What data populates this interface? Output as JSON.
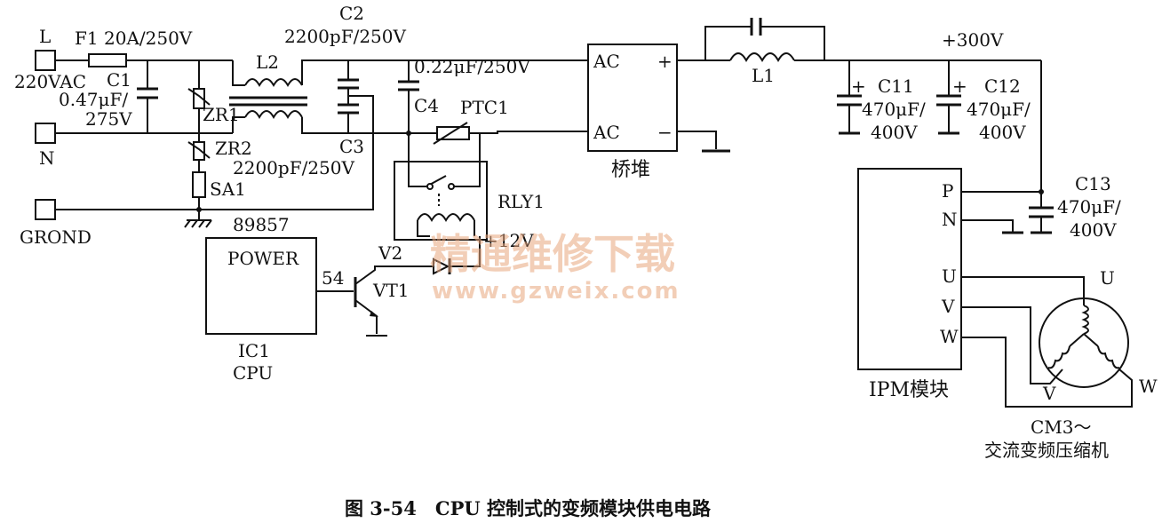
{
  "labels": {
    "L": "L",
    "N": "N",
    "grond": "GROND",
    "vac": "220VAC",
    "f1": "F1",
    "f1_rating": "20A/250V",
    "c1": "C1",
    "c1_val1": "0.47μF/",
    "c1_val2": "275V",
    "zr1": "ZR1",
    "zr2": "ZR2",
    "sa1": "SA1",
    "l2": "L2",
    "c2": "C2",
    "c2_val": "2200pF/250V",
    "c3": "C3",
    "c3_val": "2200pF/250V",
    "c4": "C4",
    "c4_val": "0.22μF/250V",
    "ptc1": "PTC1",
    "rly1": "RLY1",
    "v12": "+12V",
    "v2": "V2",
    "vt1": "VT1",
    "n54": "54",
    "ic_num": "89857",
    "power": "POWER",
    "ic1": "IC1",
    "cpu": "CPU",
    "ac_top": "AC",
    "ac_bot": "AC",
    "plus": "+",
    "minus": "−",
    "bridge": "桥堆",
    "l1": "L1",
    "v300": "+300V",
    "c11": "C11",
    "c11_v1": "470μF/",
    "c11_v2": "400V",
    "c12": "C12",
    "c12_v1": "470μF/",
    "c12_v2": "400V",
    "c13": "C13",
    "c13_v1": "470μF/",
    "c13_v2": "400V",
    "cap_plus": "+",
    "pin_p": "P",
    "pin_n": "N",
    "pin_u": "U",
    "pin_v": "V",
    "pin_w": "W",
    "ipm": "IPM模块",
    "m_u": "U",
    "m_v": "V",
    "m_w": "W",
    "cm3": "CM3～",
    "compressor": "交流变频压缩机"
  },
  "caption": "图 3-54　CPU 控制式的变频模块供电电路",
  "watermark": {
    "line1": "精通维修下载",
    "line2": "www.gzweix.com"
  }
}
